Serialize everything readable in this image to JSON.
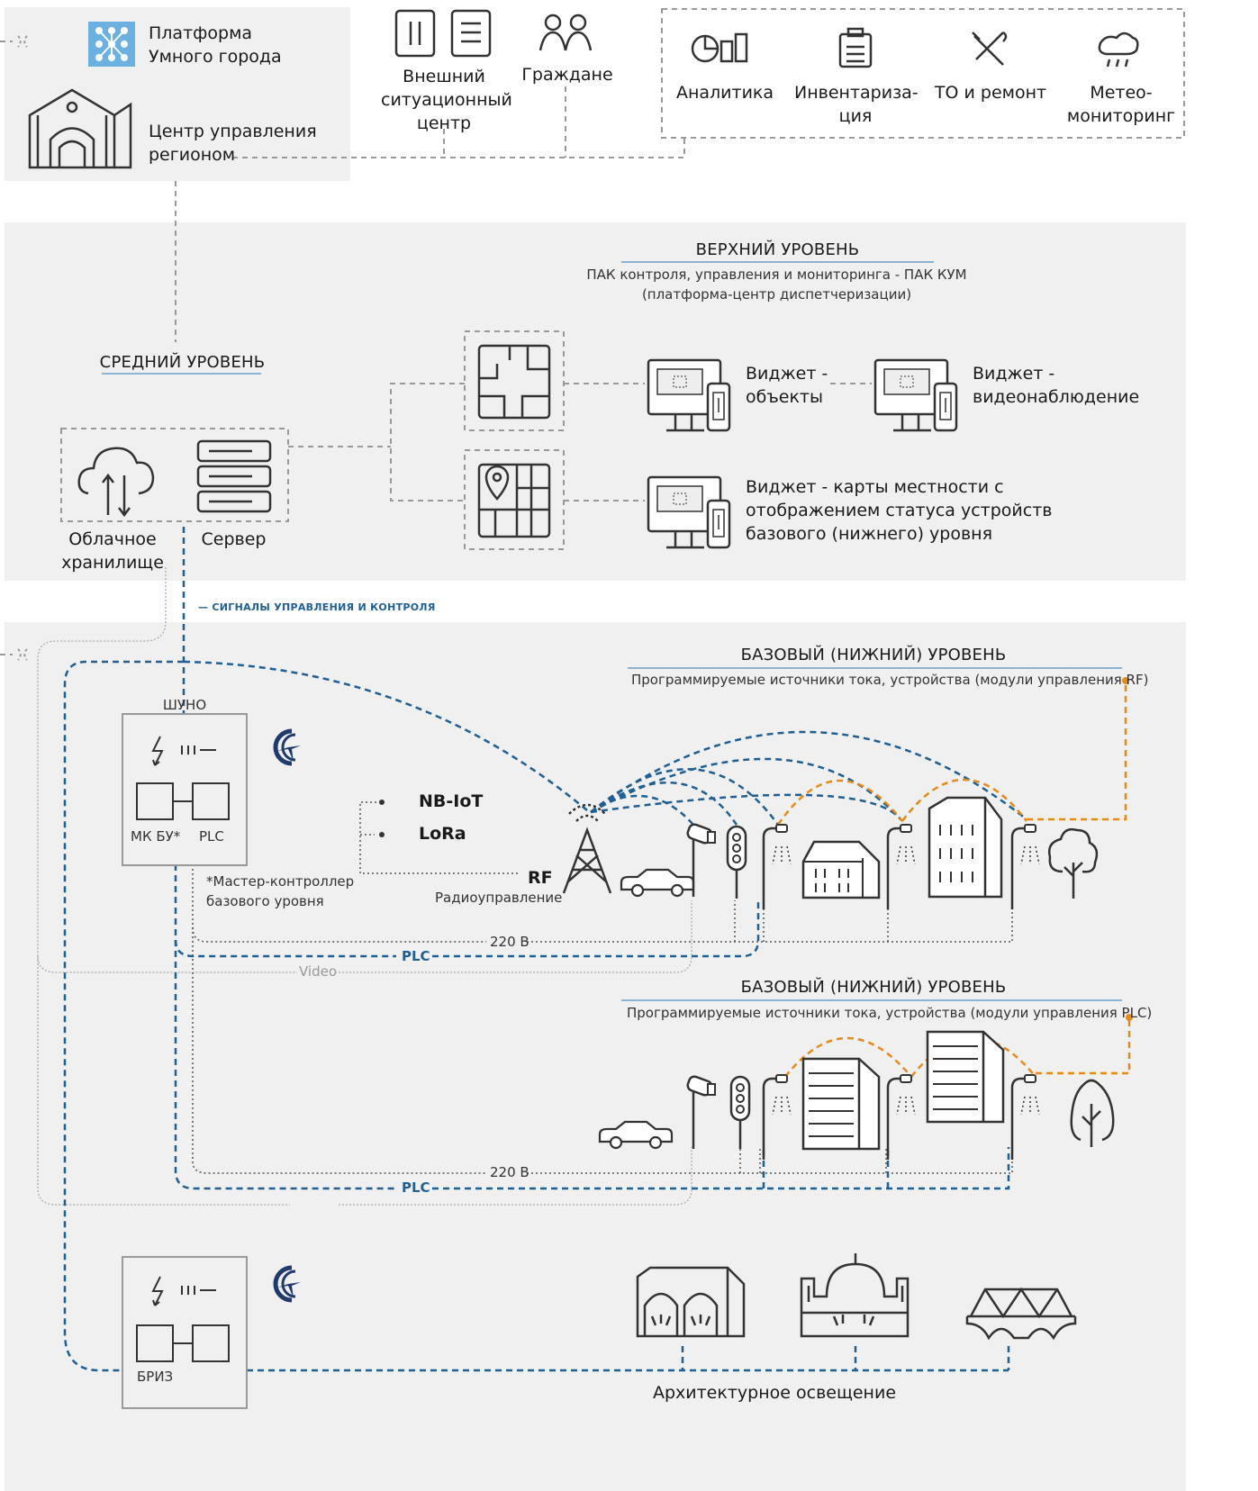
{
  "colors": {
    "panel": "#f0f0f0",
    "blue": "#1f5f93",
    "orange": "#e68a1a",
    "gray": "#8a8a8a",
    "icon": "#333333",
    "logo_blue": "#1e3a6e"
  },
  "top": {
    "platform": "Платформа\nУмного города",
    "center": "Центр управления\nрегионом",
    "ext_center": "Внешний\nситуационный\nцентр",
    "citizens": "Граждане",
    "services": [
      {
        "label": "Аналитика",
        "icon": "analytics-icon"
      },
      {
        "label": "Инвентариза-\nция",
        "icon": "clipboard-icon"
      },
      {
        "label": "ТО и ремонт",
        "icon": "tools-icon"
      },
      {
        "label": "Метео-\nмониторинг",
        "icon": "weather-icon"
      }
    ]
  },
  "upper": {
    "title": "ВЕРХНИЙ УРОВЕНЬ",
    "subtitle": "ПАК контроля, управления и мониторинга - ПАК КУМ\n(платформа-центр диспетчеризации)",
    "widget_objects": "Виджет -\nобъекты",
    "widget_video": "Виджет -\nвидеонаблюдение",
    "widget_maps": "Виджет - карты местности с\nотображением статуса устройств\nбазового (нижнего) уровня"
  },
  "middle": {
    "title": "СРЕДНИЙ УРОВЕНЬ",
    "cloud": "Облачное\nхранилище",
    "server": "Сервер",
    "signals": "— СИГНАЛЫ УПРАВЛЕНИЯ И КОНТРОЛЯ"
  },
  "base_rf": {
    "title": "БАЗОВЫЙ (НИЖНИЙ) УРОВЕНЬ",
    "subtitle": "Программируемые источники тока, устройства (модули управления RF)",
    "shuno": "ШУНО",
    "mk": "МК БУ*",
    "plc_box": "PLC",
    "footnote": "*Мастер-контроллер\nбазового уровня",
    "nbiot": "NB-IoT",
    "lora": "LoRa",
    "rf": "RF",
    "radio": "Радиоуправление",
    "v220": "220 В",
    "plc": "PLC",
    "video": "Video"
  },
  "base_plc": {
    "title": "БАЗОВЫЙ (НИЖНИЙ) УРОВЕНЬ",
    "subtitle": "Программируемые источники тока, устройства (модули управления PLC)",
    "v220": "220 В",
    "plc": "PLC"
  },
  "arch": {
    "briz": "БРИЗ",
    "label": "Архитектурное освещение"
  }
}
